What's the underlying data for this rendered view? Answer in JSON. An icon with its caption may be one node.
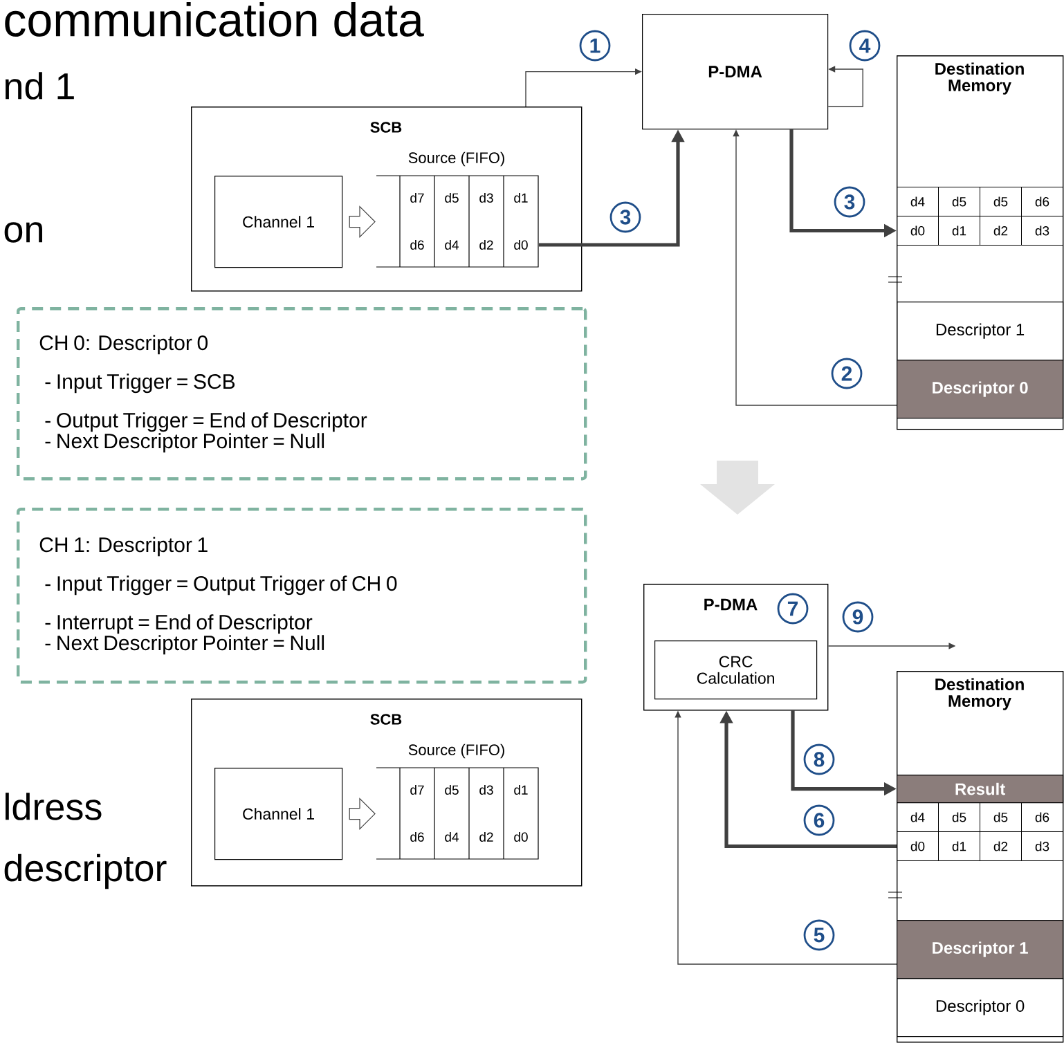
{
  "diagram": {
    "nodes": [
      {
        "text": [
          "SCB"
        ]
      },
      {
        "text": [
          "Channel 1"
        ],
        "in": 0
      },
      {
        "text": [
          "Source (FIFO)",
          "d7",
          "d5",
          "d3",
          "d1",
          "d6",
          "d4",
          "d2",
          "d0"
        ],
        "in": 0
      },
      {
        "text": [
          "P-DMA"
        ]
      },
      {
        "text": [
          "Destination Memory"
        ]
      },
      {
        "text": [
          "d4"
        ],
        "in": 4
      },
      {
        "text": [
          "d5"
        ],
        "in": 4
      },
      {
        "text": [
          "d5"
        ],
        "in": 4
      },
      {
        "text": [
          "d6"
        ],
        "in": 4
      },
      {
        "text": [
          "d0"
        ],
        "in": 4
      },
      {
        "text": [
          "d1"
        ],
        "in": 4
      },
      {
        "text": [
          "d2"
        ],
        "in": 4
      },
      {
        "text": [
          "d3"
        ],
        "in": 4
      },
      {
        "text": [
          "Descriptor 1"
        ],
        "in": 4
      },
      {
        "text": [
          "Descriptor 0"
        ],
        "in": 4
      },
      {
        "text": [
          "CH 0: Descriptor 0",
          "- Input Trigger = SCB",
          "- Output Trigger = End of Descriptor",
          "- Next Descriptor Pointer = Null"
        ]
      },
      {
        "text": [
          "CH 1: Descriptor 1",
          "- Input Trigger = Output Trigger of CH 0",
          "- Interrupt = End of Descriptor",
          "- Next Descriptor Pointer = Null"
        ]
      },
      {
        "text": [
          "P-DMA"
        ]
      },
      {
        "text": [
          "CRC Calculation"
        ],
        "in": 17
      },
      {
        "text": [
          "Destination Memory"
        ]
      },
      {
        "text": [
          "Result"
        ],
        "in": 19
      },
      {
        "text": [
          "d4"
        ],
        "in": 19
      },
      {
        "text": [
          "d5"
        ],
        "in": 19
      },
      {
        "text": [
          "d5"
        ],
        "in": 19
      },
      {
        "text": [
          "d6"
        ],
        "in": 19
      },
      {
        "text": [
          "d0"
        ],
        "in": 19
      },
      {
        "text": [
          "d1"
        ],
        "in": 19
      },
      {
        "text": [
          "d2"
        ],
        "in": 19
      },
      {
        "text": [
          "d3"
        ],
        "in": 19
      },
      {
        "text": [
          "Descriptor 1"
        ],
        "in": 19
      },
      {
        "text": [
          "Descriptor 0"
        ],
        "in": 19
      },
      {
        "text": [
          "SCB"
        ]
      },
      {
        "text": [
          "Channel 1"
        ],
        "in": 31
      },
      {
        "text": [
          "Source (FIFO)",
          "d7",
          "d5",
          "d3",
          "d1",
          "d6",
          "d4",
          "d2",
          "d0"
        ],
        "in": 31
      }
    ],
    "edges": [
      {
        "from": 0,
        "to": 3,
        "arrow": "to",
        "label": "1"
      },
      {
        "from": 2,
        "to": 3,
        "arrow": "to",
        "label": "3",
        "style": "thick"
      },
      {
        "from": 3,
        "to": 9,
        "arrow": "to",
        "label": "3",
        "style": "thick"
      },
      {
        "from": 3,
        "to": 3,
        "arrow": "to",
        "label": "4"
      },
      {
        "from": 14,
        "to": 3,
        "arrow": "to",
        "label": "2"
      },
      {
        "from": 1,
        "to": 2,
        "arrow": "to"
      },
      {
        "from": 29,
        "to": 17,
        "arrow": "to",
        "label": "5"
      },
      {
        "from": 25,
        "to": 17,
        "arrow": "to",
        "label": "6",
        "style": "thick"
      },
      {
        "from": 17,
        "to": 20,
        "arrow": "to",
        "label": "8",
        "style": "thick"
      },
      {
        "from": 17,
        "to": null,
        "arrow": "to",
        "label": "9"
      },
      {
        "from": 32,
        "to": 33,
        "arrow": "to"
      }
    ],
    "labels": [
      "communication data",
      "nd 1",
      "on",
      "ldress",
      "descriptor",
      "7"
    ]
  }
}
